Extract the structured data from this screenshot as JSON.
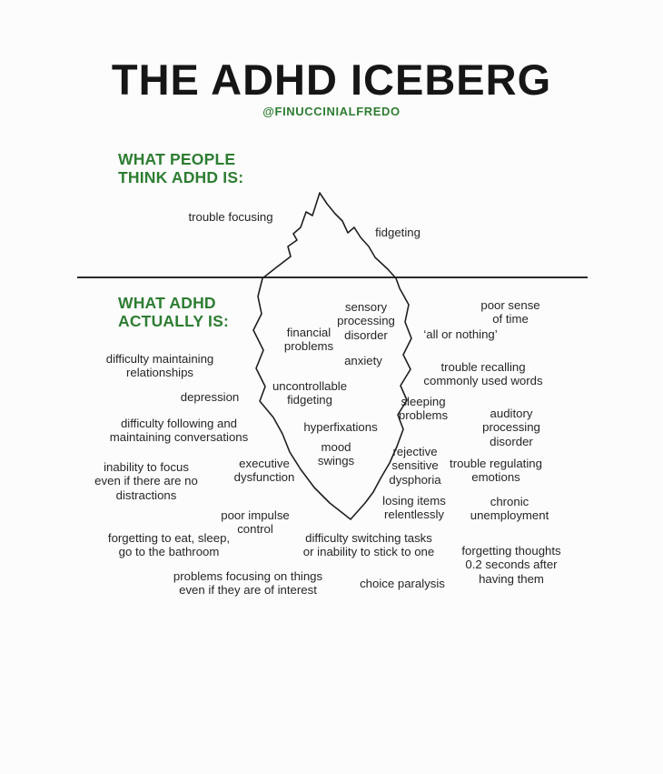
{
  "title": "THE ADHD ICEBERG",
  "credit": "@FINUCCINIALFREDO",
  "colors": {
    "heading_green": "#2e7d32",
    "ink": "#262626",
    "line": "#2a2a2a",
    "background": "#fcfcfc"
  },
  "sections": {
    "above": {
      "heading": "WHAT PEOPLE\nTHINK ADHD IS:",
      "items": [
        "trouble focusing",
        "fidgeting"
      ]
    },
    "below": {
      "heading": "WHAT ADHD\nACTUALLY IS:",
      "items": [
        "sensory\nprocessing\ndisorder",
        "poor sense\nof time",
        "financial\nproblems",
        "‘all or nothing’",
        "difficulty maintaining\nrelationships",
        "anxiety",
        "trouble recalling\ncommonly used words",
        "uncontrollable\nfidgeting",
        "depression",
        "sleeping\nproblems",
        "auditory\nprocessing\ndisorder",
        "difficulty following and\nmaintaining conversations",
        "hyperfixations",
        "mood\nswings",
        "rejective\nsensitive\ndysphoria",
        "executive\ndysfunction",
        "trouble regulating\nemotions",
        "inability to focus\neven if there are no\ndistractions",
        "losing items\nrelentlessly",
        "chronic\nunemployment",
        "poor impulse\ncontrol",
        "forgetting to eat, sleep,\ngo to the bathroom",
        "difficulty switching tasks\nor inability to stick to one",
        "forgetting thoughts\n0.2 seconds after\nhaving them",
        "problems focusing on things\neven if they are of interest",
        "choice paralysis"
      ]
    }
  }
}
